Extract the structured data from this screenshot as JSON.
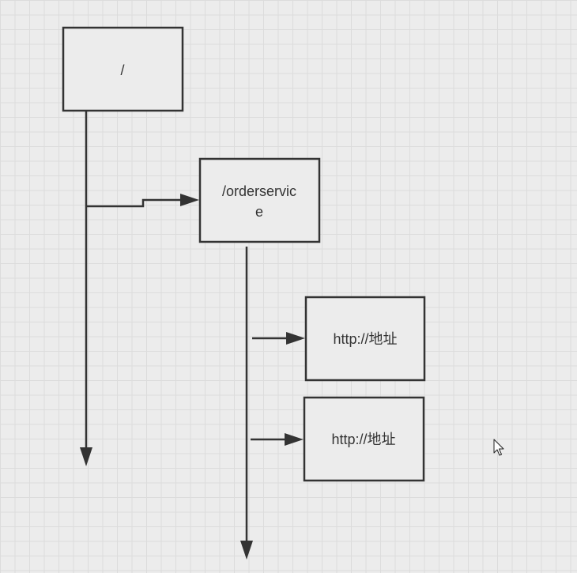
{
  "diagram": {
    "nodes": {
      "root": {
        "label": "/"
      },
      "orderservice": {
        "label_line1": "/orderservic",
        "label_line2": "e"
      },
      "address_1": {
        "label": "http://地址"
      },
      "address_2": {
        "label": "http://地址"
      }
    },
    "edges": [
      {
        "from": "root",
        "to": "orderservice"
      },
      {
        "from": "orderservice",
        "to": "address_1"
      },
      {
        "from": "orderservice",
        "to": "address_2"
      }
    ],
    "colors": {
      "stroke": "#333333",
      "background": "#ececec",
      "grid": "#dcdcdc"
    },
    "icons": {
      "cursor": "mouse-pointer-icon"
    }
  }
}
